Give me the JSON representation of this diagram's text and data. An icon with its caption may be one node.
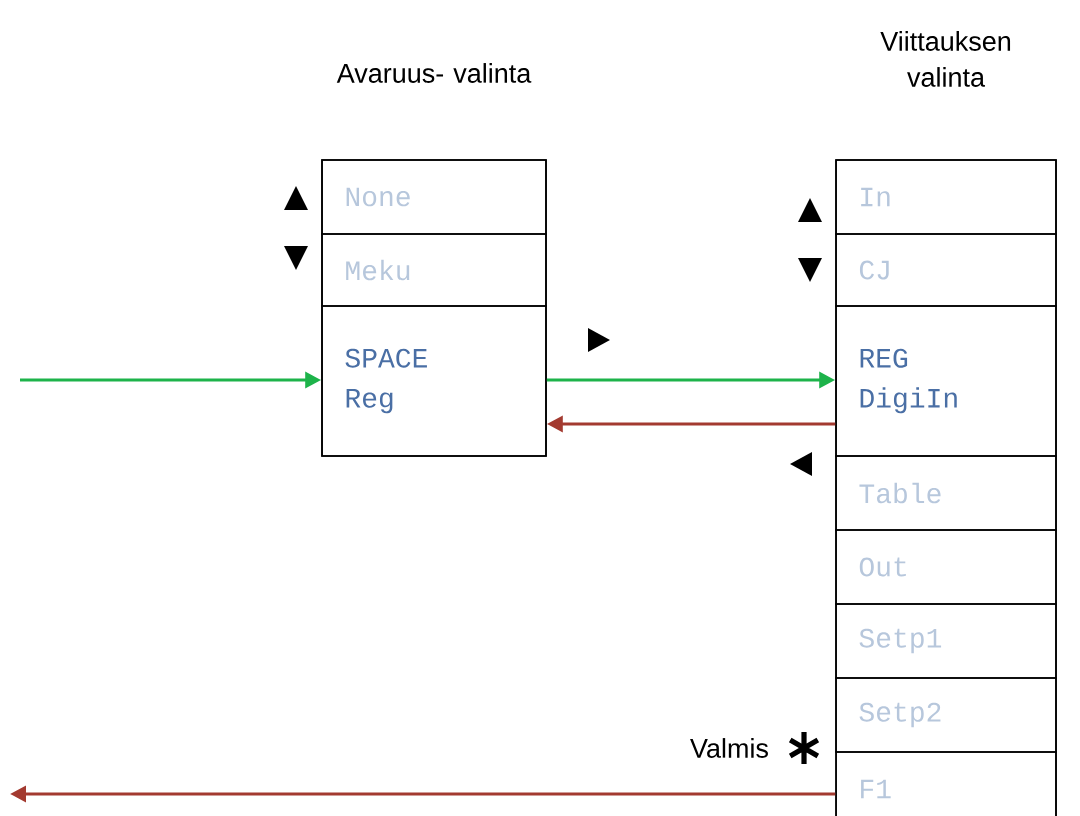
{
  "diagram": {
    "nodes": [
      {
        "text": [
          "Avaruus- valinta"
        ]
      },
      {
        "text": [
          "None"
        ],
        "in": 0
      },
      {
        "text": [
          "Meku"
        ],
        "in": 0
      },
      {
        "text": [
          "SPACE Reg"
        ],
        "in": 0
      },
      {
        "text": [
          "Viittauksen valinta"
        ]
      },
      {
        "text": [
          "In"
        ],
        "in": 4
      },
      {
        "text": [
          "CJ"
        ],
        "in": 4
      },
      {
        "text": [
          "REG DigiIn"
        ],
        "in": 4
      },
      {
        "text": [
          "Table"
        ],
        "in": 4
      },
      {
        "text": [
          "Out"
        ],
        "in": 4
      },
      {
        "text": [
          "Setp1"
        ],
        "in": 4
      },
      {
        "text": [
          "Setp2"
        ],
        "in": 4
      },
      {
        "text": [
          "F1"
        ],
        "in": 4
      }
    ],
    "edges": [
      {
        "from": null,
        "to": 3,
        "arrow": "to",
        "color": "#1db34a"
      },
      {
        "from": 3,
        "to": 7,
        "arrow": "to",
        "color": "#1db34a"
      },
      {
        "from": 7,
        "to": 3,
        "arrow": "to",
        "color": "#a33a30"
      },
      {
        "from": 12,
        "to": null,
        "arrow": "to",
        "color": "#a33a30"
      }
    ],
    "labels": [
      "Valmis"
    ]
  }
}
